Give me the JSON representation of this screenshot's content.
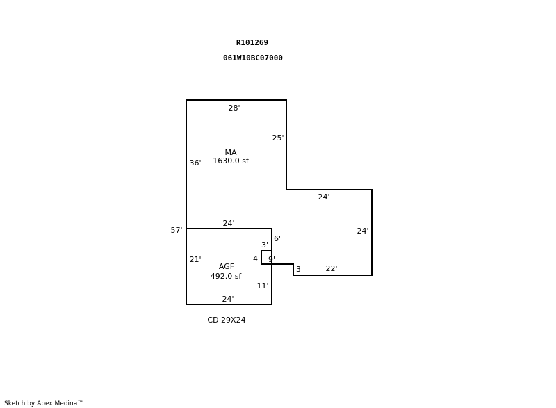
{
  "header": {
    "parcel_id": "R101269",
    "map_tax_lot": "061W10BC07000"
  },
  "areas": {
    "main": {
      "code": "MA",
      "size": "1630.0 sf"
    },
    "garage": {
      "code": "AGF",
      "size": "492.0 sf"
    }
  },
  "dimensions": {
    "main_top": "28'",
    "main_right_upper": "25'",
    "main_left_upper": "36'",
    "main_step_top": "24'",
    "main_right": "24'",
    "main_left_total": "57'",
    "garage_top": "24'",
    "notch_right_upper": "6'",
    "notch_top": "3'",
    "notch_left": "4'",
    "notch_bottom": "9'",
    "garage_left": "21'",
    "step_down": "3'",
    "main_bottom": "22'",
    "garage_right_lower": "11'",
    "garage_bottom": "24'"
  },
  "note": "CD 29X24",
  "footer": "Sketch by Apex Medina™"
}
